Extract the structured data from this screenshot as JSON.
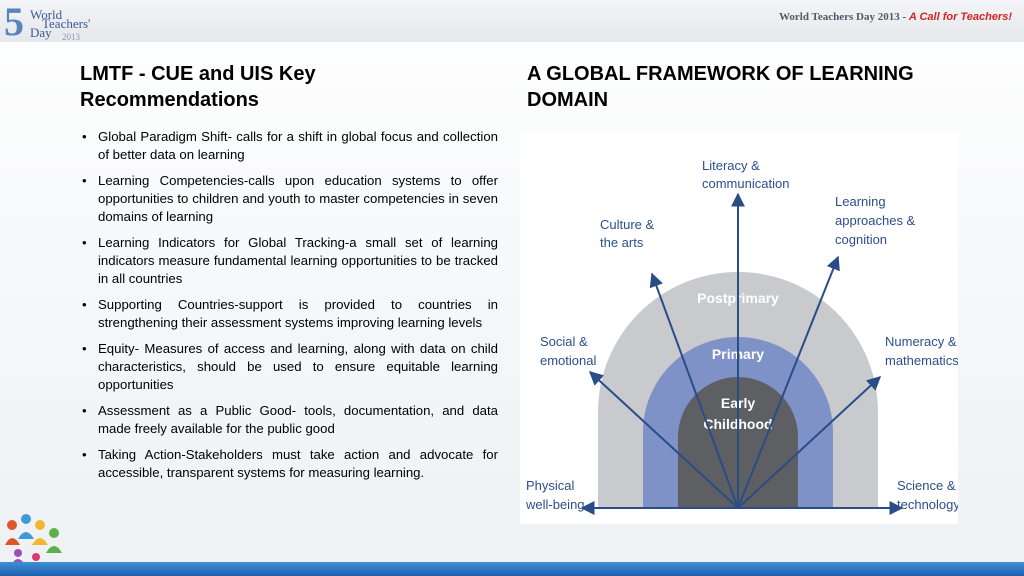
{
  "header": {
    "logo": {
      "numeral": "5",
      "line1": "World",
      "line2": "Teachers'",
      "line3": "Day",
      "year": "2013"
    },
    "title": "World Teachers Day 2013 - ",
    "title_accent": "A Call for Teachers!"
  },
  "left": {
    "title_line1": "LMTF -  CUE and UIS Key",
    "title_line2": "Recommendations",
    "bullets": [
      "Global Paradigm Shift- calls for a shift in global focus and collection of better data on learning",
      "Learning Competencies-calls upon education systems to offer opportunities to children and youth to master competencies in seven domains of learning",
      "Learning Indicators for Global Tracking-a small set of learning indicators measure fundamental learning opportunities to be tracked in all countries",
      "Supporting Countries-support is provided to countries in strengthening their assessment systems improving learning levels",
      "Equity- Measures of access and learning, along with data on child characteristics, should be used to ensure equitable learning opportunities",
      "Assessment as a Public Good- tools, documentation, and data made freely available for the public good",
      "Taking Action-Stakeholders must take action and advocate for accessible, transparent systems for measuring learning."
    ]
  },
  "right": {
    "title_line1": "A GLOBAL FRAMEWORK OF LEARNING",
    "title_line2": "DOMAIN"
  },
  "diagram": {
    "levels": {
      "outer": "Postprimary",
      "middle": "Primary",
      "inner_line1": "Early",
      "inner_line2": "Childhood"
    },
    "colors": {
      "outer": "#c8cacd",
      "middle": "#7e92c8",
      "inner": "#5d5f62",
      "arrow": "#2a4c87",
      "label": "#2b4f8e"
    },
    "domains": {
      "literacy_line1": "Literacy &",
      "literacy_line2": "communication",
      "culture_line1": "Culture &",
      "culture_line2": "the arts",
      "learning_line1": "Learning",
      "learning_line2": "approaches &",
      "learning_line3": "cognition",
      "social_line1": "Social &",
      "social_line2": "emotional",
      "numeracy_line1": "Numeracy &",
      "numeracy_line2": "mathematics",
      "physical_line1": "Physical",
      "physical_line2": "well-being",
      "science_line1": "Science &",
      "science_line2": "technology"
    }
  }
}
